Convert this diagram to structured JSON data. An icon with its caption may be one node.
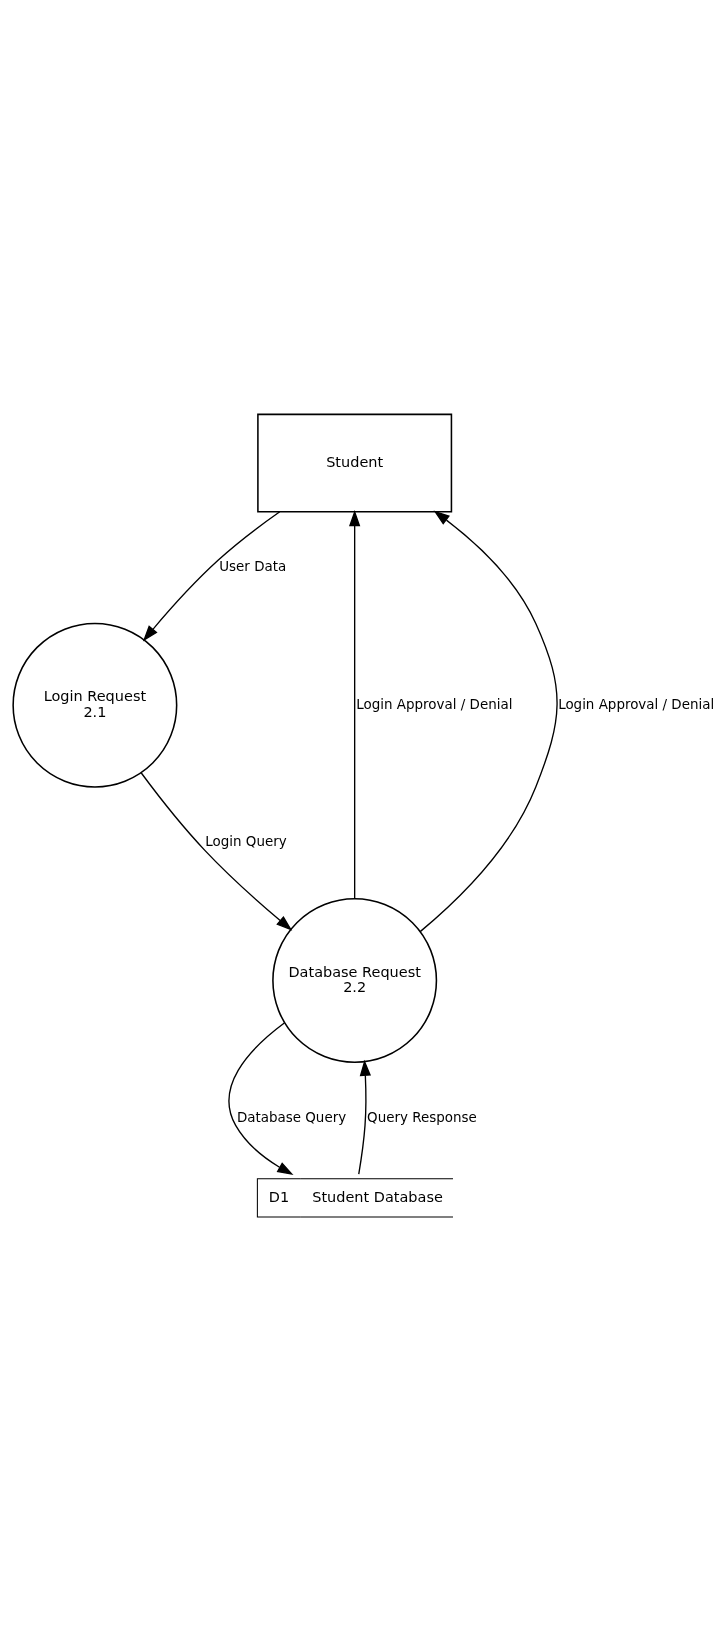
{
  "diagram": {
    "nodes": [
      {
        "text": [
          "Student"
        ]
      },
      {
        "text": [
          "Login Request",
          "2.1"
        ]
      },
      {
        "text": [
          "Database Request",
          "2.2"
        ]
      },
      {
        "text": [
          "D1",
          "Student Database"
        ]
      }
    ],
    "edges": [
      {
        "from": 0,
        "to": 1,
        "arrow": "to",
        "label": "User Data"
      },
      {
        "from": 1,
        "to": 2,
        "arrow": "to",
        "label": "Login Query"
      },
      {
        "from": 2,
        "to": 0,
        "arrow": "to",
        "label": "Login Approval / Denial"
      },
      {
        "from": 2,
        "to": 0,
        "arrow": "to",
        "label": "Login Approval / Denial"
      },
      {
        "from": 2,
        "to": 3,
        "arrow": "to",
        "label": "Database Query"
      },
      {
        "from": 3,
        "to": 2,
        "arrow": "to",
        "label": "Query Response"
      }
    ]
  }
}
